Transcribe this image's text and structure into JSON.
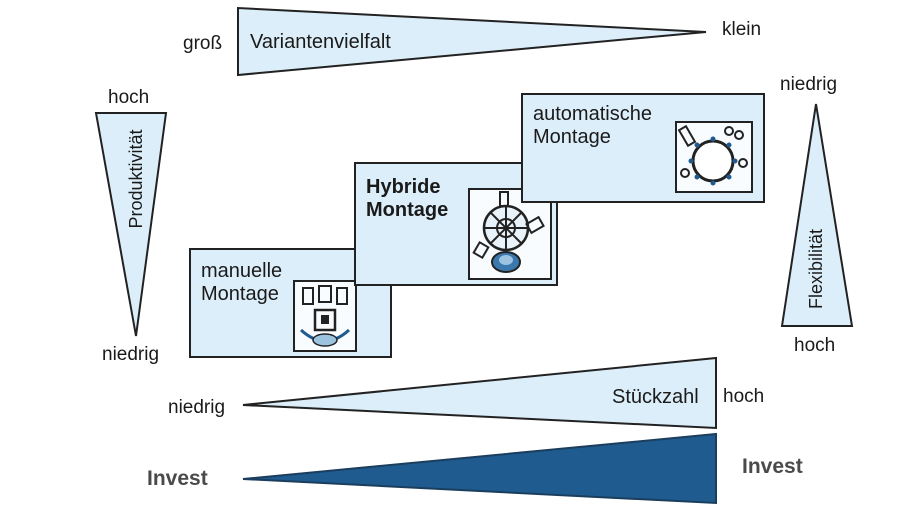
{
  "wedges": {
    "variety": {
      "label": "Variantenvielfalt",
      "left": "groß",
      "right": "klein"
    },
    "productivity": {
      "label": "Produktivität",
      "top": "hoch",
      "bottom": "niedrig"
    },
    "flexibility": {
      "label": "Flexibilität",
      "top": "niedrig",
      "bottom": "hoch"
    },
    "quantity": {
      "label": "Stückzahl",
      "left": "niedrig",
      "right": "hoch"
    },
    "invest": {
      "left": "Invest",
      "right": "Invest"
    }
  },
  "boxes": {
    "manual": {
      "title": "manuelle\nMontage",
      "icon": "manual-workstation-icon"
    },
    "hybrid": {
      "title": "Hybride\nMontage",
      "icon": "hybrid-station-icon"
    },
    "automatic": {
      "title": "automatische\nMontage",
      "icon": "rotary-table-icon"
    }
  },
  "colors": {
    "wedge_fill": "#dceef9",
    "invest_fill": "#1f5b8e",
    "outline": "#222222"
  }
}
